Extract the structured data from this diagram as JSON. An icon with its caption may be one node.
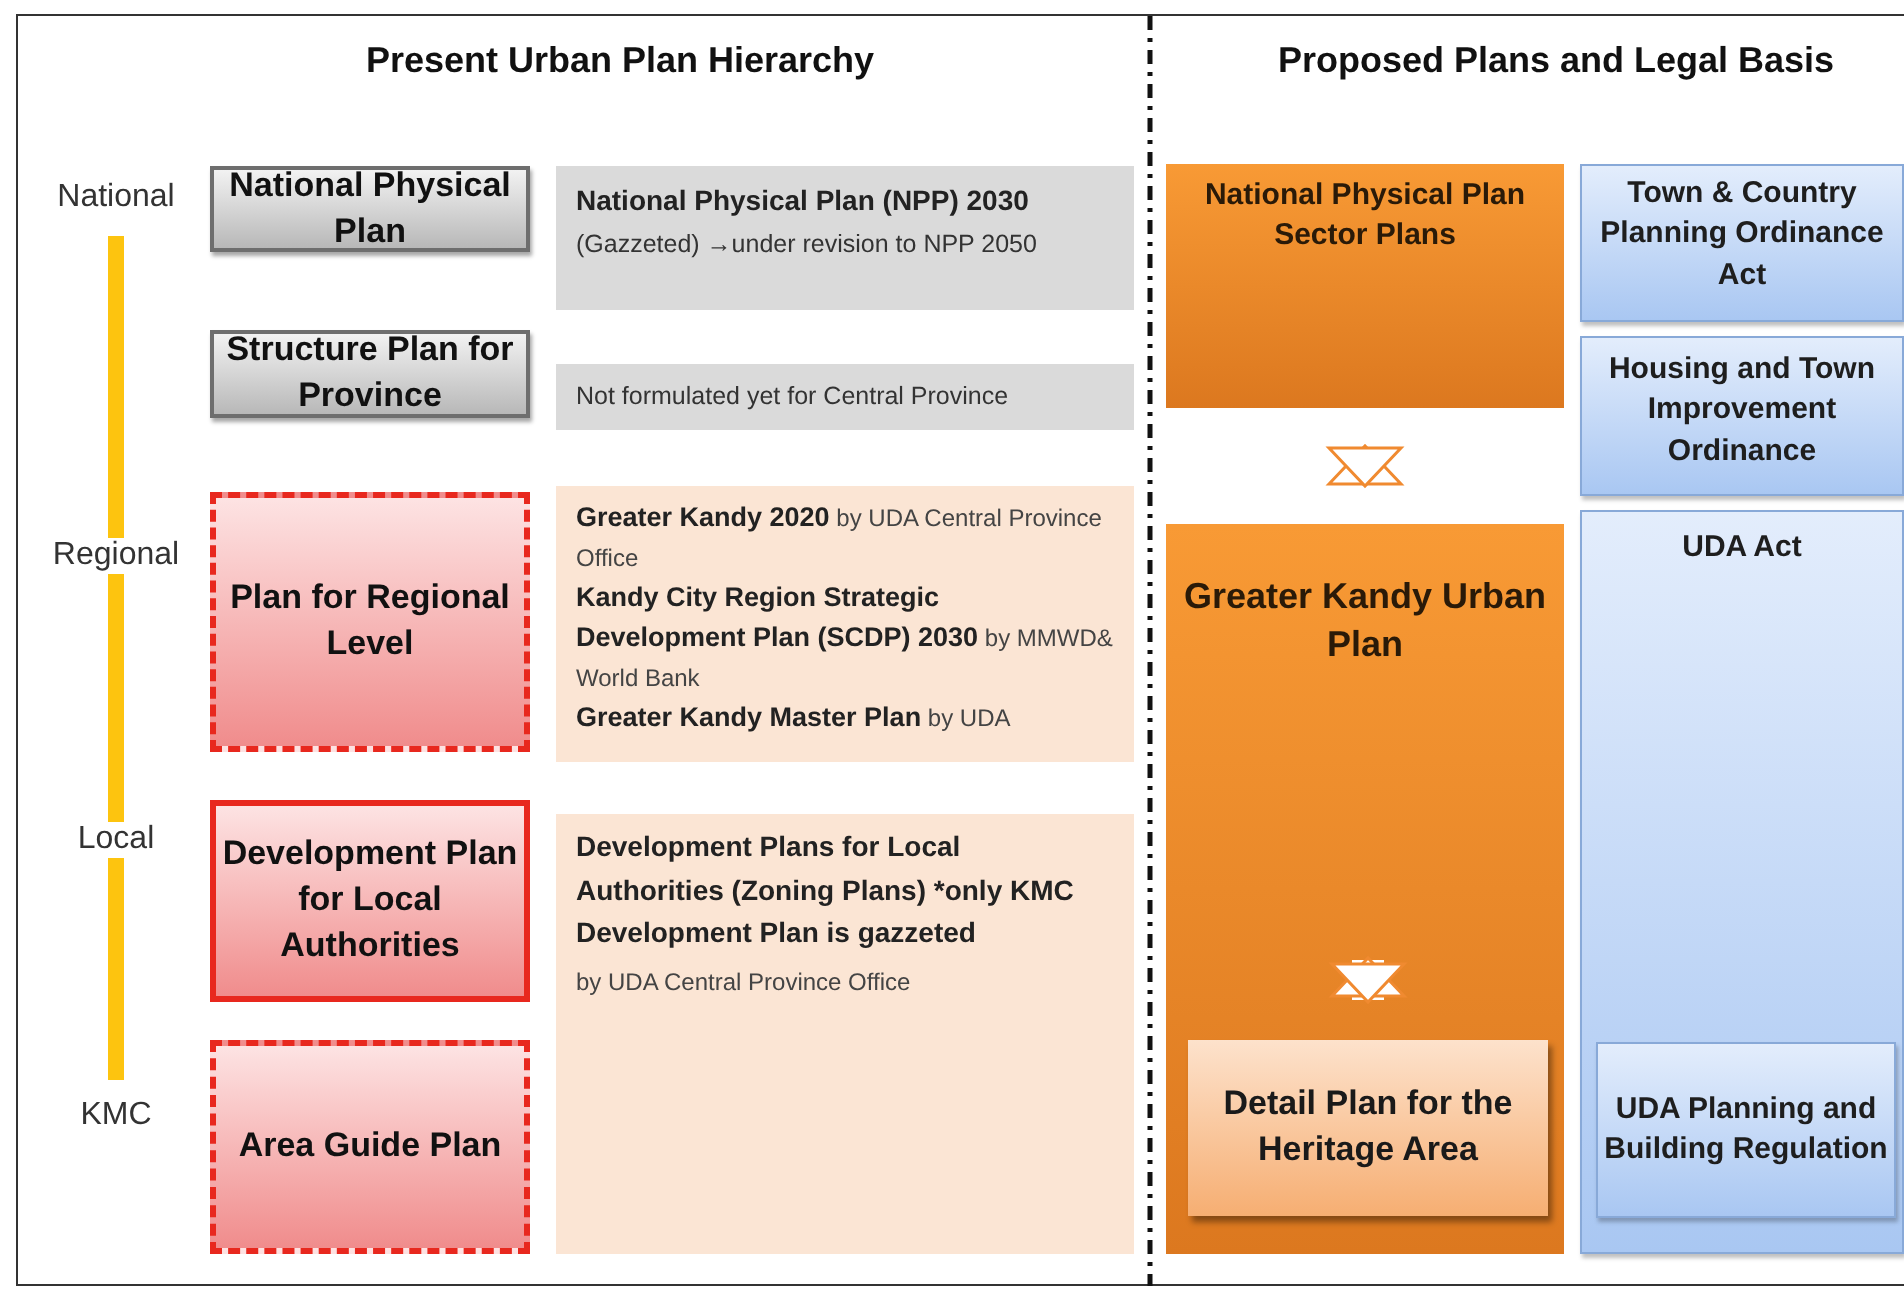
{
  "diagram": {
    "nodes": [
      {
        "text": [
          "National Physical Plan"
        ]
      },
      {
        "text": [
          "Structure Plan for Province"
        ]
      },
      {
        "text": [
          "Plan for Regional Level"
        ]
      },
      {
        "text": [
          "Development Plan for Local Authorities"
        ]
      },
      {
        "text": [
          "Area Guide Plan"
        ]
      },
      {
        "text": [
          "National Physical Plan (NPP) 2030",
          "(Gazzeted) →under revision to NPP 2050"
        ]
      },
      {
        "text": [
          "Not formulated yet for Central Province"
        ]
      },
      {
        "text": [
          "**Greater Kandy 2020** by UDA Central Province Office",
          "**Kandy City Region Strategic Development Plan (SCDP) 2030** by MMWD& World Bank",
          "**Greater Kandy Master Plan** by UDA"
        ]
      },
      {
        "text": [
          "Development Plans for Local Authorities (Zoning Plans) *only KMC Development Plan is gazzeted",
          "by UDA Central Province Office"
        ]
      },
      {
        "text": [
          "National Physical Plan Sector Plans"
        ]
      },
      {
        "text": [
          "Greater Kandy Urban Plan"
        ]
      },
      {
        "text": [
          "Detail Plan for the Heritage Area"
        ],
        "in": 10
      },
      {
        "text": [
          "Town & Country Planning Ordinance Act"
        ]
      },
      {
        "text": [
          "Housing and Town Improvement Ordinance"
        ]
      },
      {
        "text": [
          "UDA Act"
        ]
      },
      {
        "text": [
          "UDA Planning and Building Regulation"
        ],
        "in": 14
      }
    ],
    "edges": [
      {
        "from": 9,
        "to": 10,
        "arrow": "both"
      },
      {
        "from": null,
        "to": 11,
        "arrow": "both"
      }
    ],
    "labels": [
      "Present Urban Plan Hierarchy",
      "Proposed Plans and Legal Basis",
      "National",
      "Regional",
      "Local",
      "KMC"
    ]
  }
}
